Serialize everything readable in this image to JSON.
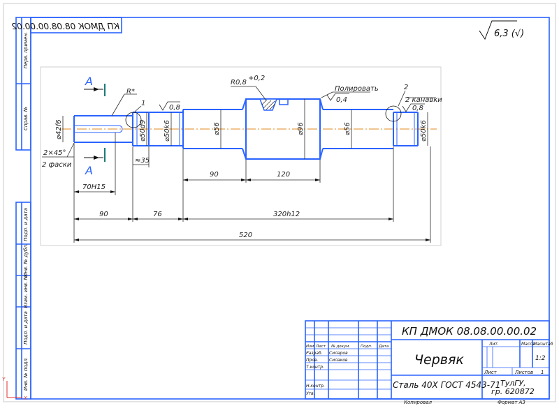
{
  "stamp_code_mirrored": "КП ДМОК 08.08.00.00.02",
  "roughness_general": "6,3 (√)",
  "side_labels": {
    "perv_primen": "Перв. примен.",
    "sprav_no": "Справ. №",
    "podp_data_1": "Подп. и дата",
    "inv_dubl": "Инв. № дубл.",
    "vzam_inv": "Взам. инв. №",
    "podp_data_2": "Подп. и дата",
    "inv_podl": "Инв. № подл."
  },
  "section_mark": "A",
  "annotations": {
    "r_star": "R*",
    "leader_1": "1",
    "r08": "R0,8",
    "r08_tol": "+0,2",
    "polirovat": "Полировать",
    "rough_04": "0,4",
    "rough_08_left": "0,8",
    "rough_08_right": "0,8",
    "leader_2": "2",
    "kanavki": "2 канавки",
    "chamfer": "2×45°",
    "fask": "2 фаски"
  },
  "dimensions": {
    "d42": "⌀42f6",
    "d50d9": "⌀50d9",
    "d50k6_left": "⌀50k6",
    "d56_left": "⌀56",
    "d96": "⌀96",
    "d56_right": "⌀56",
    "d50k6_right": "⌀50k6",
    "approx35": "≈35",
    "len70": "70H15",
    "len90a": "90",
    "len120": "120",
    "len90b": "90",
    "len76": "76",
    "len320": "320h12",
    "len520": "520"
  },
  "title_block": {
    "code": "КП ДМОК 08.08.00.00.02",
    "name": "Червяк",
    "material": "Сталь 40Х ГОСТ 4543-71",
    "org_line1": "ТулГУ,",
    "org_line2": "гр. 620872",
    "headers": {
      "izm": "Изм",
      "list": "Лист",
      "no_dokum": "№ докум.",
      "podp": "Подп.",
      "data": "Дата",
      "lit": "Лит.",
      "massa": "Масса",
      "masshtab": "Масштаб",
      "list2": "Лист",
      "listov": "Листов"
    },
    "roles": {
      "razrab": "Разраб.",
      "prov": "Пров.",
      "tkontr": "Т.контр.",
      "nkontr": "Н.контр.",
      "utv": "Утв."
    },
    "people": {
      "razrab": "Силаров",
      "prov": "Силаков"
    },
    "scale": "1:2",
    "listov_value": "1",
    "kopiroval": "Копировал",
    "format": "Формат  А3"
  },
  "axis": {
    "y": "Y",
    "x": "X"
  }
}
